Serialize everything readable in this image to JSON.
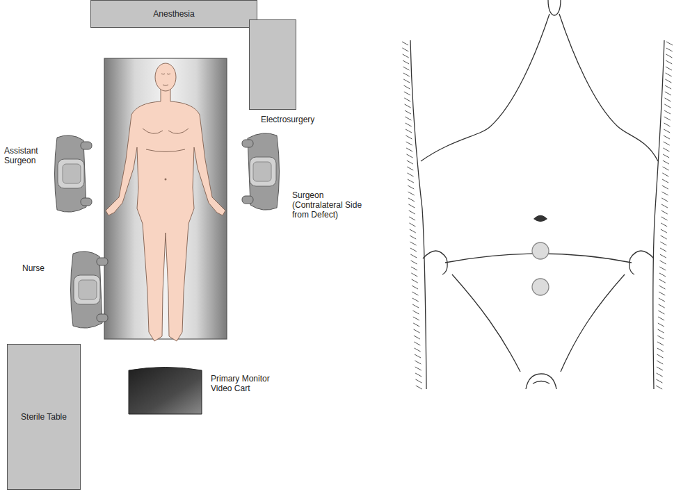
{
  "diagram": {
    "nodes": [
      {
        "text": [
          "Anesthesia"
        ]
      },
      {
        "text": [
          "Electrosurgery"
        ]
      },
      {
        "text": [
          "Assistant Surgeon"
        ]
      },
      {
        "text": [
          "Surgeon (Contralateral Side from Defect)"
        ]
      },
      {
        "text": [
          "Nurse"
        ]
      },
      {
        "text": [
          "Sterile Table"
        ]
      },
      {
        "text": [
          "Primary Monitor Video Cart"
        ]
      }
    ]
  }
}
